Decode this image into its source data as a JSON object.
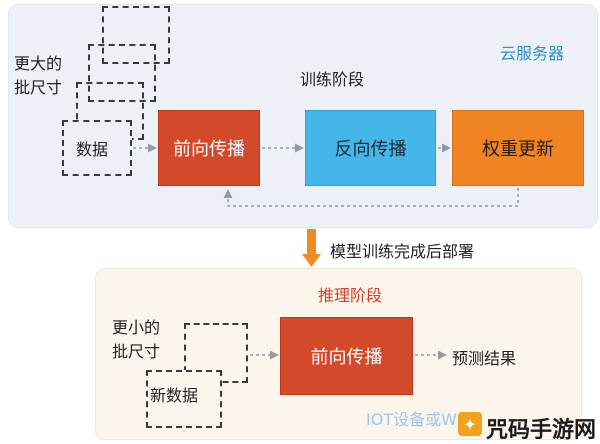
{
  "cloud_label": "云服务器",
  "training_phase": "训练阶段",
  "bigger_batch_line1": "更大的",
  "bigger_batch_line2": "批尺寸",
  "data_label": "数据",
  "forward_prop": "前向传播",
  "back_prop": "反向传播",
  "weight_update": "权重更新",
  "deploy_label": "模型训练完成后部署",
  "inference_phase": "推理阶段",
  "smaller_batch_line1": "更小的",
  "smaller_batch_line2": "批尺寸",
  "new_data_label": "新数据",
  "forward_prop_infer": "前向传播",
  "predict_result": "预测结果",
  "watermark_text": "IOT设备或W",
  "site_logo_text": "咒码手游网",
  "colors": {
    "forward_red": "#d34a2b",
    "backprop_blue": "#45b6ea",
    "update_orange": "#f08422",
    "cloud_label_blue": "#2e8fc8",
    "inference_title_red": "#d8412a",
    "deploy_arrow_orange": "#f08a24"
  }
}
